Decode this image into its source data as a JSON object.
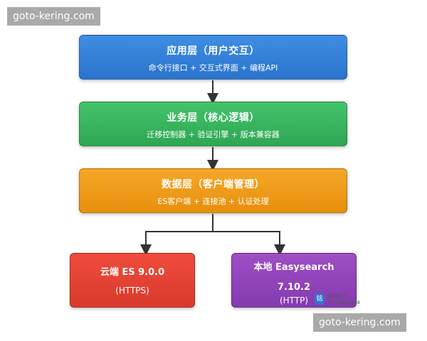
{
  "watermark": {
    "top": "goto-kering.com",
    "bottom": "goto-kering.com"
  },
  "layers": [
    {
      "title": "应用层（用户交互）",
      "subtitle": "命令行接口 + 交互式界面 + 编程API",
      "color": "#2f7fd8"
    },
    {
      "title": "业务层（核心逻辑）",
      "subtitle": "迁移控制器 + 验证引擎 + 版本兼容器",
      "color": "#37b25d"
    },
    {
      "title": "数据层（客户端管理）",
      "subtitle": "ES客户端 + 连接池 + 认证处理",
      "color": "#f09a1a"
    }
  ],
  "targets": [
    {
      "title": "云端 ES 9.0.0",
      "protocol": "(HTTPS)",
      "color": "#e34234"
    },
    {
      "title_line1": "本地 Easysearch",
      "title_line2": "7.10.2",
      "protocol": "(HTTP)",
      "color": "#9146bb"
    }
  ],
  "stamp": {
    "logo_char": "铭",
    "line1": "铭刻天下",
    "line2": "ID:13042834"
  }
}
